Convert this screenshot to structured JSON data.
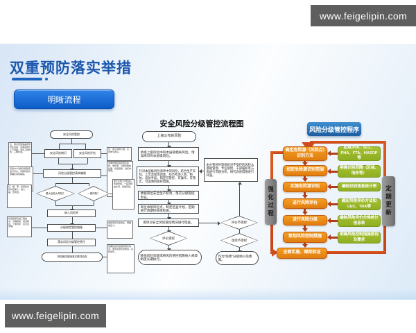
{
  "watermark": {
    "top_right": "www.feigelipin.com",
    "bottom_left": "www.feigelipin.com"
  },
  "header": {
    "title": "双重预防落实举措",
    "badge": "明晰流程",
    "accent_color": "#1b57ad"
  },
  "left_chart": {
    "start": "安全风险管控",
    "branch_left": "安全风险辨识",
    "branch_right": "安全风险评估",
    "list_box": "风险分级管控清单编制",
    "diamond_major": "重大及较大风险？",
    "diamond_general": "一般风险？",
    "box_db": "纳入风险库",
    "box_measures": "分级制定管控措施",
    "box_duty": "落实风险分级管控责任",
    "end": "风险管控措施落实情况检查",
    "notes_left": [
      "注：辨识范围涵盖所有作业活动、设备设施及工艺流程，考虑三种时态、三种状态。",
      "采用LEC法等对危险源进行评价，对照判定标准确定风险等级。",
      "红、橙、黄、蓝四色分别对应重大、较大、一般、低风险。",
      "管控措施包括工程技术、管理制度、培训教育、个体防护、应急处置等。"
    ],
    "notes_right": [
      "注：成立领导小组，全员参与辨识。",
      "清单内容包括风险点名称、危险源、可能导致的后果、管控措施、责任单位等。",
      "重大及较大风险由公司级管控，一般风险由车间、班组管控。",
      "逐级落实管控责任，明确责任人。",
      "定期检查管控措施落实情况，发现问题及时整改，实现闭环。"
    ]
  },
  "mid_chart": {
    "title": "安全风险分级管控流程图",
    "start": "上级公布的风险",
    "step1": "承接上级风险中的本层级相关风险，增加辨识的本层级风险。",
    "step2": "针对本层级风险清单中的风险，结合生产实际、工艺流程等因素，综合考虑人防、物防、技防手段，制定可管控、可操作、可落实、可追溯的管控措施。",
    "side_box": "由分管领导等组织对不受控的风险从基础管理、专业管理、干部履职等方面进行专题分析，研究改进措施进行补强。",
    "step3": "依据岗位安全生产职责，落实分级管控责任。",
    "step4": "岗位承接风险点，制定检查计划，定期进行周期性隐患检查。",
    "step5": "逐项对安全风险管控情况进行检查。",
    "decision_controlled": "评价受控",
    "decision_uncontrolled": "评价不受控",
    "decision_continuous": "连续不受控",
    "end_left": "降低风险等级或将风险管控措施纳入规章制度长期执行。",
    "end_right": "作为“隐患”分级纳入隐患库。"
  },
  "right_chart": {
    "title": "风险分级管控程序",
    "steps": [
      "确定危险源（风险点）识别方法",
      "划定危险源识别范围",
      "实施危险源识别",
      "进行风险评价",
      "进行风险分级",
      "策划风险控制措施",
      "全面实施、跟踪验证"
    ],
    "notes": [
      "应用JHA、SCL、PHA、FTA、HAZOP等",
      "明确识别范围（区域、场所等）",
      "编制识别信息统计表",
      "确定风险评价方法如LEC、TRA等",
      "编制风险评价分类统计信息表",
      "明确风险控制措施原则及要求"
    ],
    "bar_left": "强化过程",
    "bar_right": "定期更新",
    "colors": {
      "step": "#ee8e1c",
      "note": "#9cb92f",
      "loop": "#cf4a1d",
      "bar": "#8a8a8a",
      "title": "#2a72b8"
    }
  }
}
